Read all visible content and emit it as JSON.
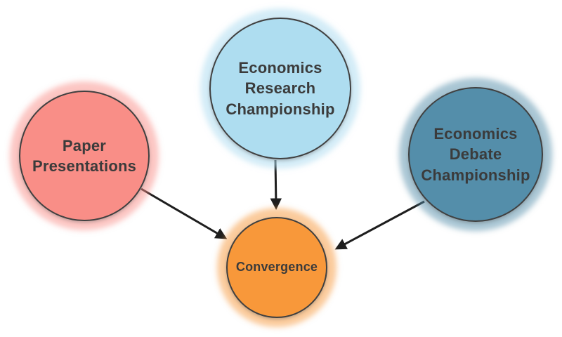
{
  "diagram": {
    "background_color": "#FFFFFF",
    "text_color": "#3B3B3B",
    "node_border_color": "#404040",
    "arrow_color": "#1E1E1E",
    "nodes": [
      {
        "id": "paper-presentations",
        "label": "Paper\nPresentations",
        "fill": "#F98E87",
        "glow": "rgba(249,142,135,0.5)"
      },
      {
        "id": "economics-research-championship",
        "label": "Economics\nResearch\nChampionship",
        "fill": "#AEDDF0",
        "glow": "rgba(174,221,240,0.55)"
      },
      {
        "id": "economics-debate-championship",
        "label": "Economics\nDebate\nChampionship",
        "fill": "#548EAA",
        "glow": "rgba(84,142,170,0.5)"
      },
      {
        "id": "convergence",
        "label": "Convergence",
        "fill": "#F8983A",
        "glow": "rgba(248,152,58,0.5)"
      }
    ],
    "connections": [
      {
        "from": "paper-presentations",
        "to": "convergence"
      },
      {
        "from": "economics-research-championship",
        "to": "convergence"
      },
      {
        "from": "economics-debate-championship",
        "to": "convergence"
      }
    ]
  }
}
